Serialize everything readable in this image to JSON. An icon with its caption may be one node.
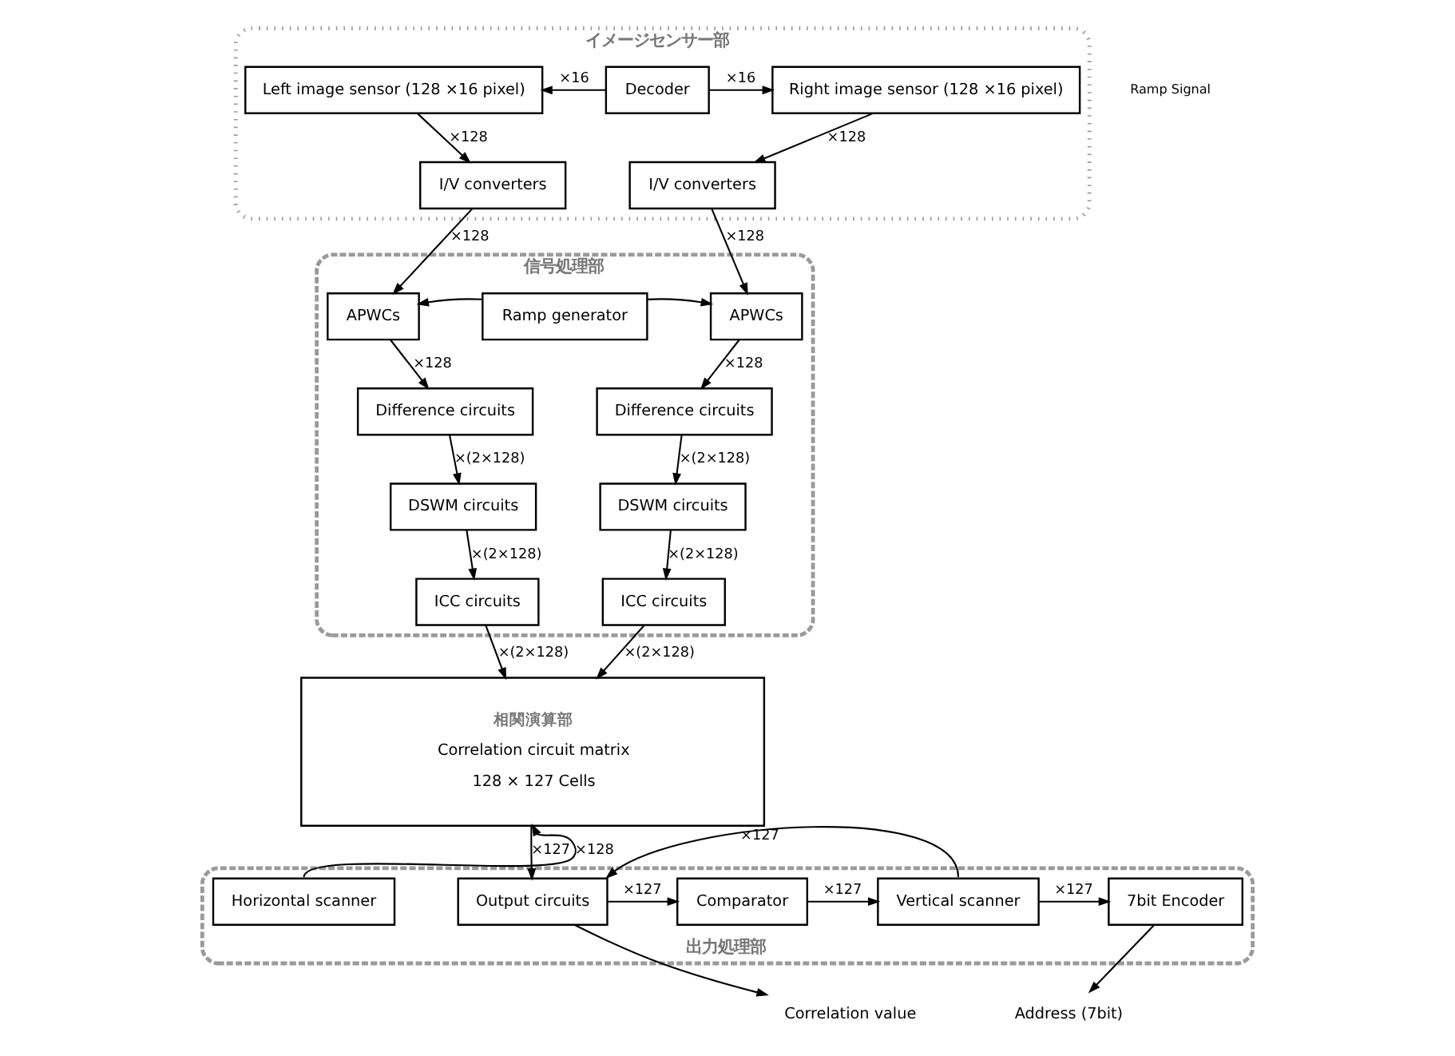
{
  "diagram": {
    "nodes": [
      {
        "text": [
          "イメージセンサー部"
        ]
      },
      {
        "text": [
          "Left image sensor (128 ×16 pixel)"
        ],
        "in": 0
      },
      {
        "text": [
          "Decoder"
        ],
        "in": 0
      },
      {
        "text": [
          "Right image sensor (128 ×16 pixel)"
        ],
        "in": 0
      },
      {
        "text": [
          "I/V converters"
        ],
        "in": 0
      },
      {
        "text": [
          "I/V converters"
        ],
        "in": 0
      },
      {
        "text": [
          "信号処理部"
        ]
      },
      {
        "text": [
          "APWCs"
        ],
        "in": 6
      },
      {
        "text": [
          "Ramp generator"
        ],
        "in": 6
      },
      {
        "text": [
          "APWCs"
        ],
        "in": 6
      },
      {
        "text": [
          "Difference circuits"
        ],
        "in": 6
      },
      {
        "text": [
          "Difference circuits"
        ],
        "in": 6
      },
      {
        "text": [
          "DSWM circuits"
        ],
        "in": 6
      },
      {
        "text": [
          "DSWM circuits"
        ],
        "in": 6
      },
      {
        "text": [
          "ICC circuits"
        ],
        "in": 6
      },
      {
        "text": [
          "ICC circuits"
        ],
        "in": 6
      },
      {
        "text": [
          "相関演算部",
          "Correlation circuit matrix",
          "128 × 127 Cells"
        ]
      },
      {
        "text": [
          "出力処理部"
        ]
      },
      {
        "text": [
          "Horizontal scanner"
        ],
        "in": 17
      },
      {
        "text": [
          "Output circuits"
        ],
        "in": 17
      },
      {
        "text": [
          "Comparator"
        ],
        "in": 17
      },
      {
        "text": [
          "Vertical scanner"
        ],
        "in": 17
      },
      {
        "text": [
          "7bit Encoder"
        ],
        "in": 17
      },
      {
        "text": [
          "Correlation value"
        ]
      },
      {
        "text": [
          "Address (7bit)"
        ]
      }
    ],
    "edges": [
      {
        "from": 2,
        "to": 1,
        "arrow": "to",
        "label": "×16"
      },
      {
        "from": 2,
        "to": 3,
        "arrow": "to",
        "label": "×16"
      },
      {
        "from": 1,
        "to": 4,
        "arrow": "to",
        "label": "×128"
      },
      {
        "from": 3,
        "to": 5,
        "arrow": "to",
        "label": "×128"
      },
      {
        "from": 4,
        "to": 7,
        "arrow": "to",
        "label": "×128"
      },
      {
        "from": 5,
        "to": 9,
        "arrow": "to",
        "label": "×128"
      },
      {
        "from": 8,
        "to": 7,
        "arrow": "to"
      },
      {
        "from": 8,
        "to": 9,
        "arrow": "to"
      },
      {
        "from": 7,
        "to": 10,
        "arrow": "to",
        "label": "×128"
      },
      {
        "from": 9,
        "to": 11,
        "arrow": "to",
        "label": "×128"
      },
      {
        "from": 10,
        "to": 12,
        "arrow": "to",
        "label": "×(2×128)"
      },
      {
        "from": 11,
        "to": 13,
        "arrow": "to",
        "label": "×(2×128)"
      },
      {
        "from": 12,
        "to": 14,
        "arrow": "to",
        "label": "×(2×128)"
      },
      {
        "from": 13,
        "to": 15,
        "arrow": "to",
        "label": "×(2×128)"
      },
      {
        "from": 14,
        "to": 16,
        "arrow": "to",
        "label": "×(2×128)"
      },
      {
        "from": 15,
        "to": 16,
        "arrow": "to",
        "label": "×(2×128)"
      },
      {
        "from": 18,
        "to": 16,
        "arrow": "to",
        "label": "×128"
      },
      {
        "from": 16,
        "to": 19,
        "arrow": "to",
        "label": "×127"
      },
      {
        "from": 21,
        "to": 19,
        "arrow": "to",
        "label": "×127"
      },
      {
        "from": 19,
        "to": 20,
        "arrow": "to",
        "label": "×127"
      },
      {
        "from": 20,
        "to": 21,
        "arrow": "to",
        "label": "×127"
      },
      {
        "from": 21,
        "to": 22,
        "arrow": "to",
        "label": "×127"
      },
      {
        "from": 19,
        "to": 23,
        "arrow": "to"
      },
      {
        "from": 22,
        "to": 24,
        "arrow": "to"
      }
    ],
    "labels": [
      "Ramp Signal"
    ]
  }
}
